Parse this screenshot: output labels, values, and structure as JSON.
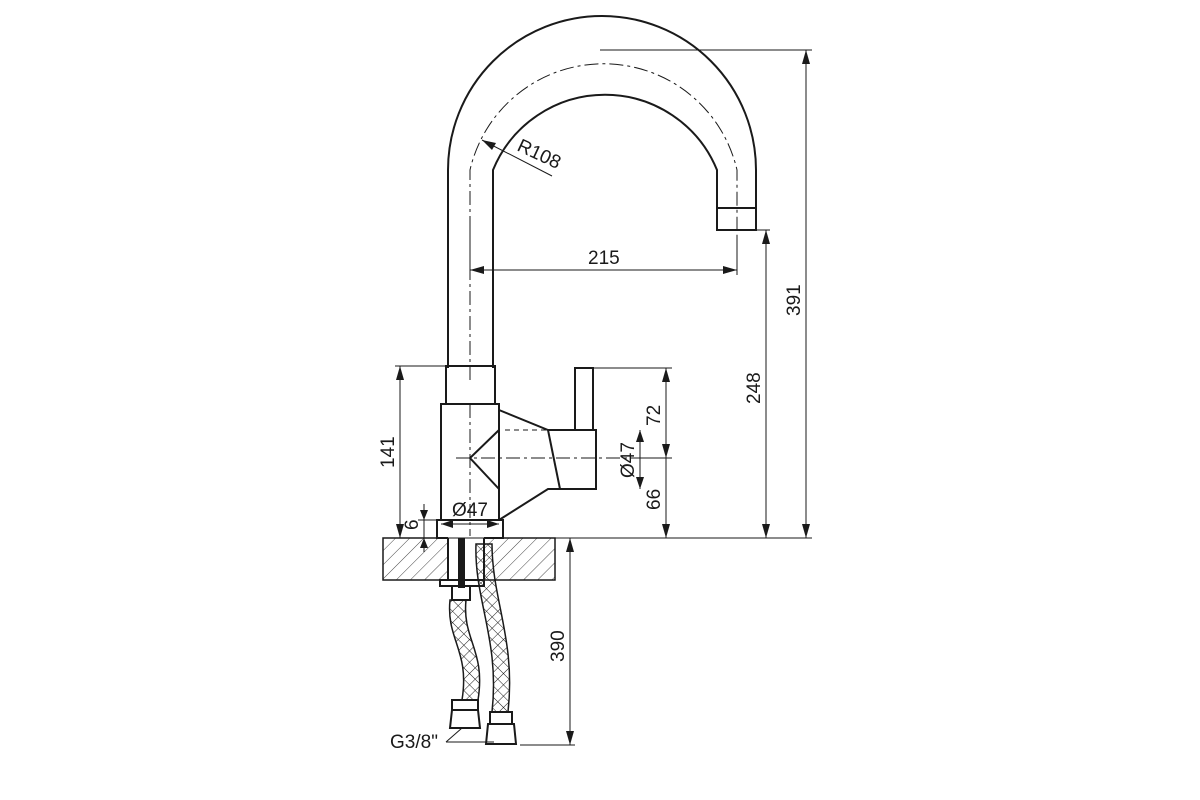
{
  "drawing": {
    "dimensions": {
      "radius": "R108",
      "reach": "215",
      "total_height": "391",
      "spout_height": "248",
      "body_height": "141",
      "lever_height": "72",
      "lever_diameter": "Ø47",
      "lever_axis_height": "66",
      "base_diameter": "Ø47",
      "base_thickness": "6",
      "hose_length": "390",
      "thread": "G3/8\""
    }
  }
}
